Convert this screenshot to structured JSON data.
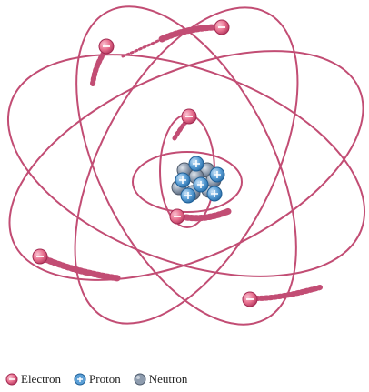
{
  "colors": {
    "orbit": "#c24d74",
    "electron_fill": "#e8708f",
    "electron_stroke": "#a32a52",
    "proton_fill": "#5b9fd6",
    "proton_stroke": "#1f5f96",
    "neutron_fill": "#8e9cae",
    "neutron_stroke": "#4f5c6d"
  },
  "legend": {
    "electron": {
      "label": "Electron",
      "icon": "electron-minus-icon"
    },
    "proton": {
      "label": "Proton",
      "icon": "proton-plus-icon"
    },
    "neutron": {
      "label": "Neutron",
      "icon": "neutron-sphere-icon"
    }
  }
}
